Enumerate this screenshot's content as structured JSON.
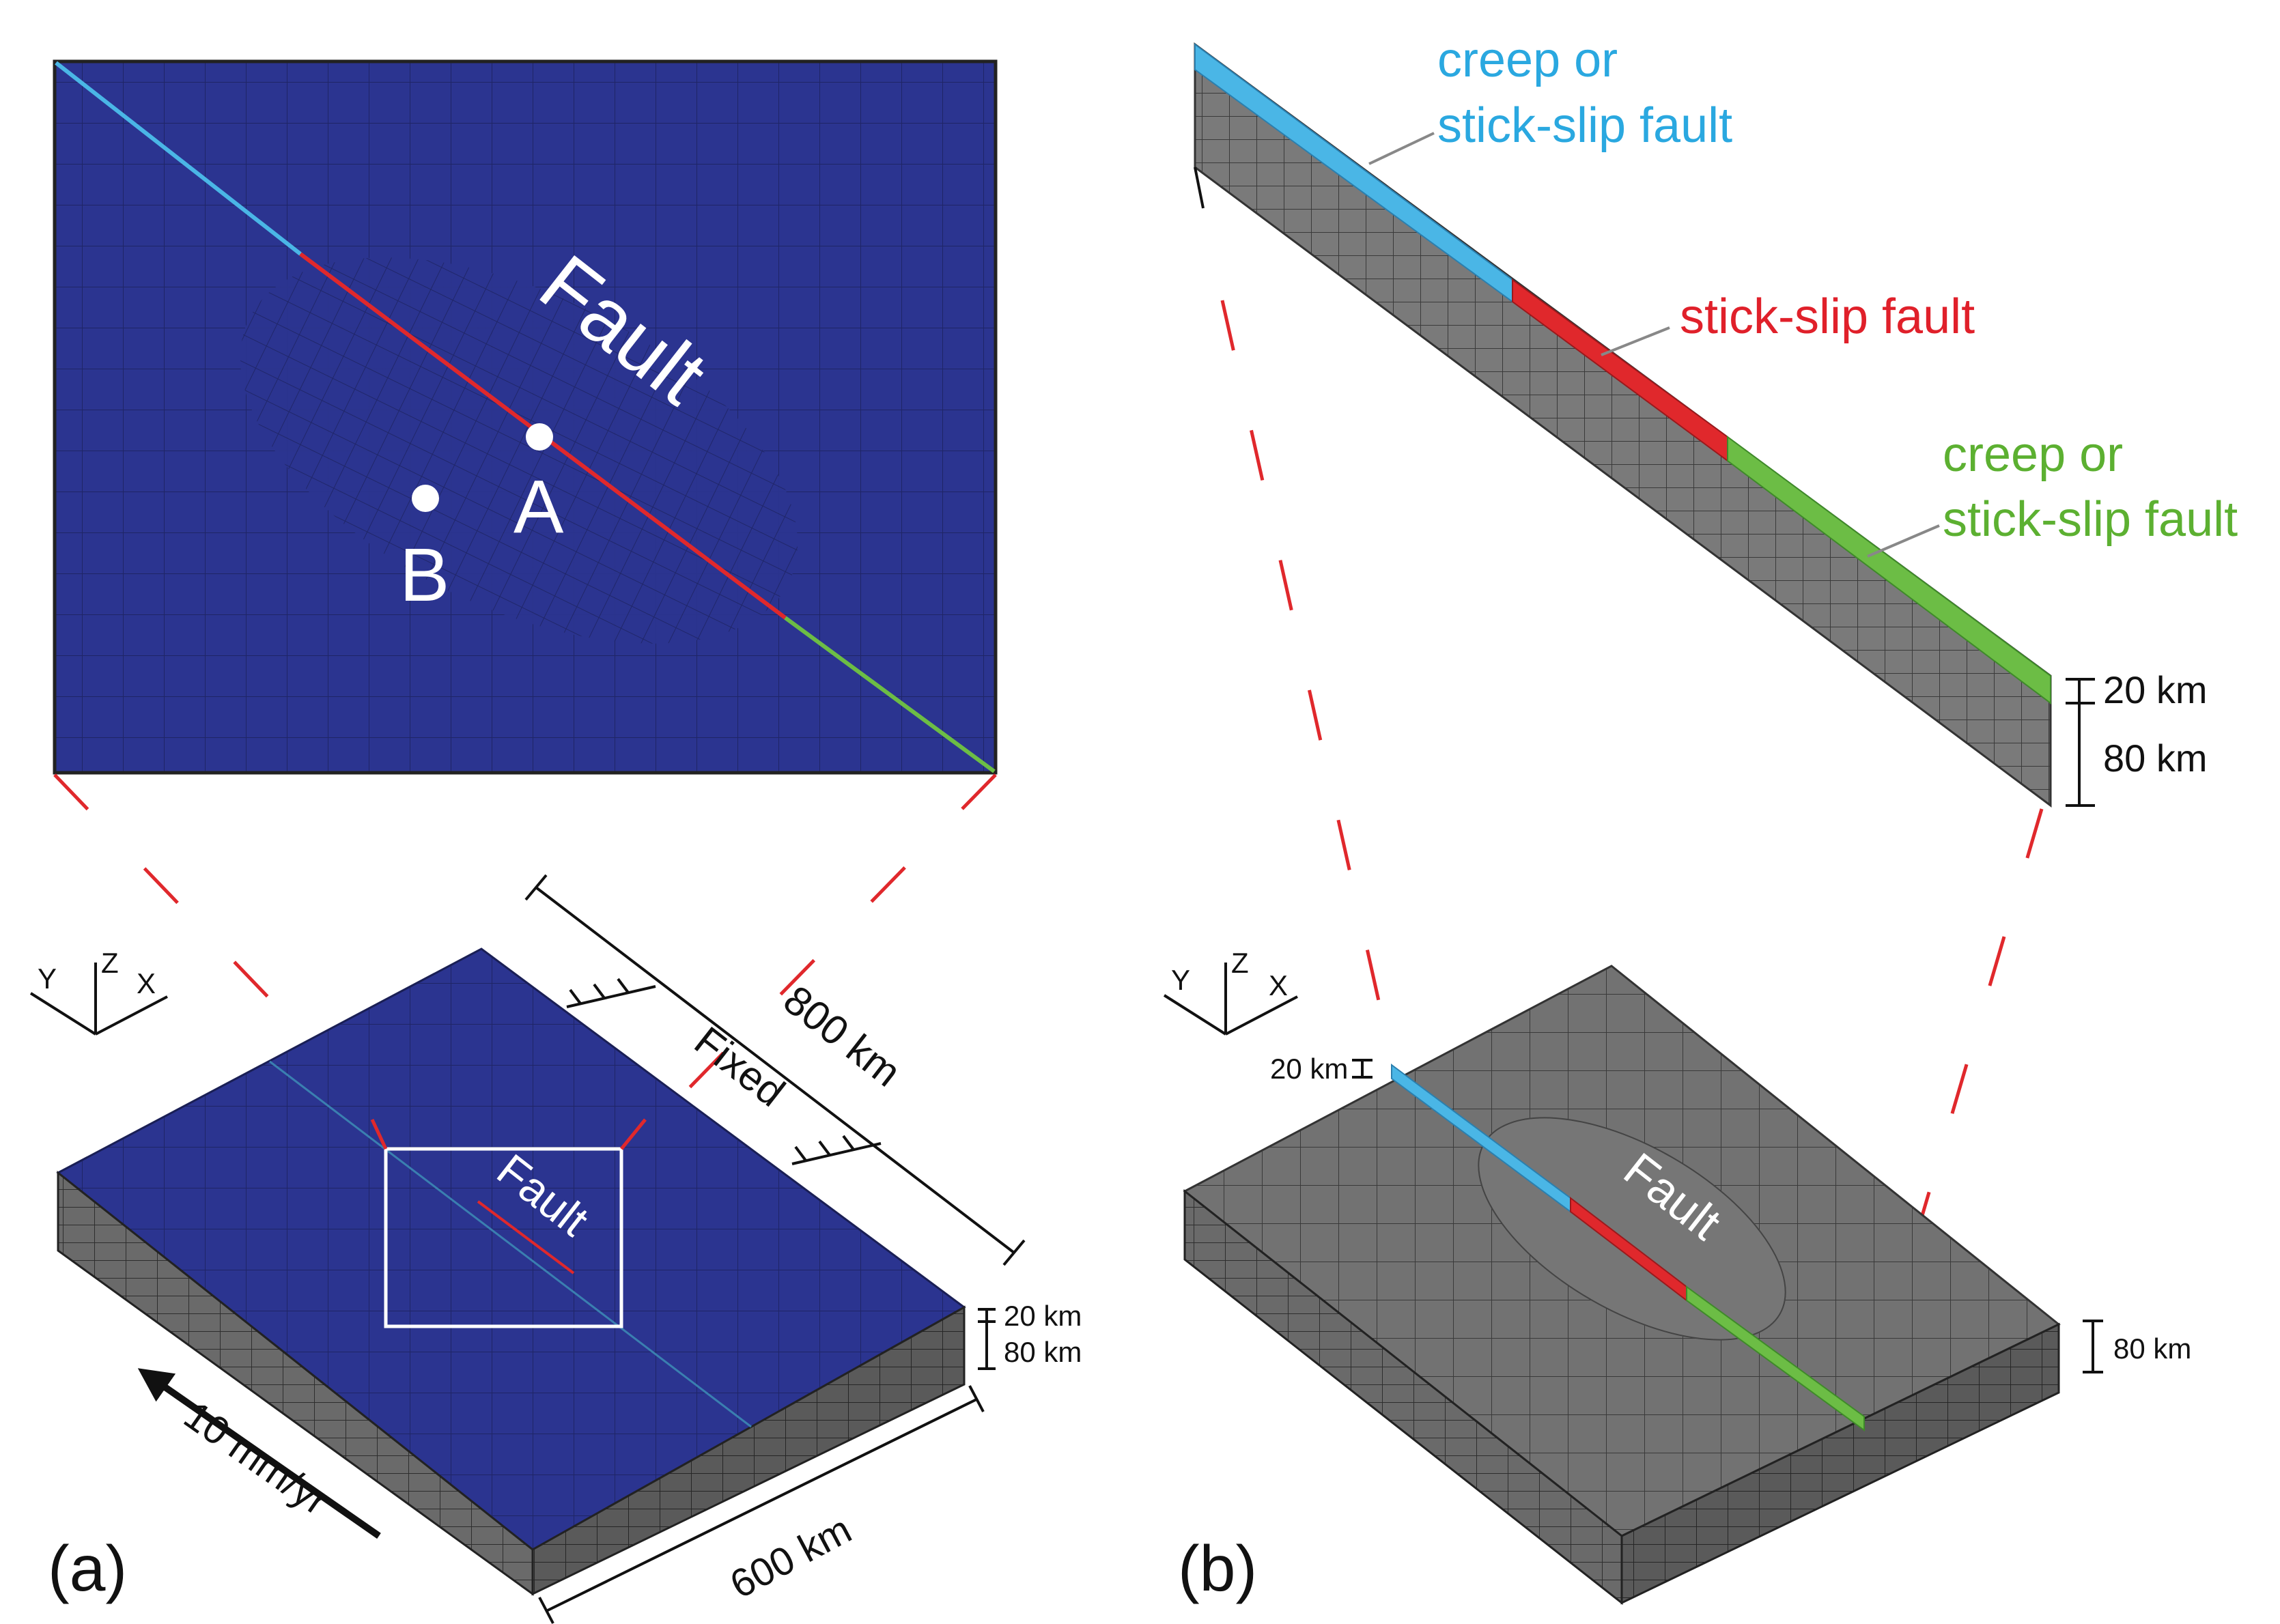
{
  "panel_a": {
    "label": "(a)",
    "inset_fault_label": "Fault",
    "point_a_label": "A",
    "point_b_label": "B",
    "box_fault_label": "Fault",
    "fixed_label": "Fixed",
    "length_label": "800 km",
    "width_label": "600 km",
    "thickness_top_label": "20 km",
    "thickness_bottom_label": "80 km",
    "velocity_label": "10 mm/yr",
    "axis_y": "Y",
    "axis_z": "Z",
    "axis_x": "X"
  },
  "panel_b": {
    "label": "(b)",
    "segment_upper_line1": "creep or",
    "segment_upper_line2": "stick-slip fault",
    "segment_middle": "stick-slip fault",
    "segment_lower_line1": "creep or",
    "segment_lower_line2": "stick-slip fault",
    "section_top_label": "20 km",
    "section_bottom_label": "80 km",
    "block_top_label": "20 km",
    "block_bottom_label": "80 km",
    "fault_label": "Fault",
    "axis_y": "Y",
    "axis_z": "Z",
    "axis_x": "X"
  },
  "colors": {
    "crust_blue": "#2b3490",
    "mesh_grey": "#6f6f6f",
    "fault_red": "#e0282c",
    "segment_cyan": "#4ab6e6",
    "segment_green": "#6cbd45",
    "text_cyan": "#2aa8e0",
    "text_green": "#5cb031",
    "text_red": "#e0202a"
  }
}
